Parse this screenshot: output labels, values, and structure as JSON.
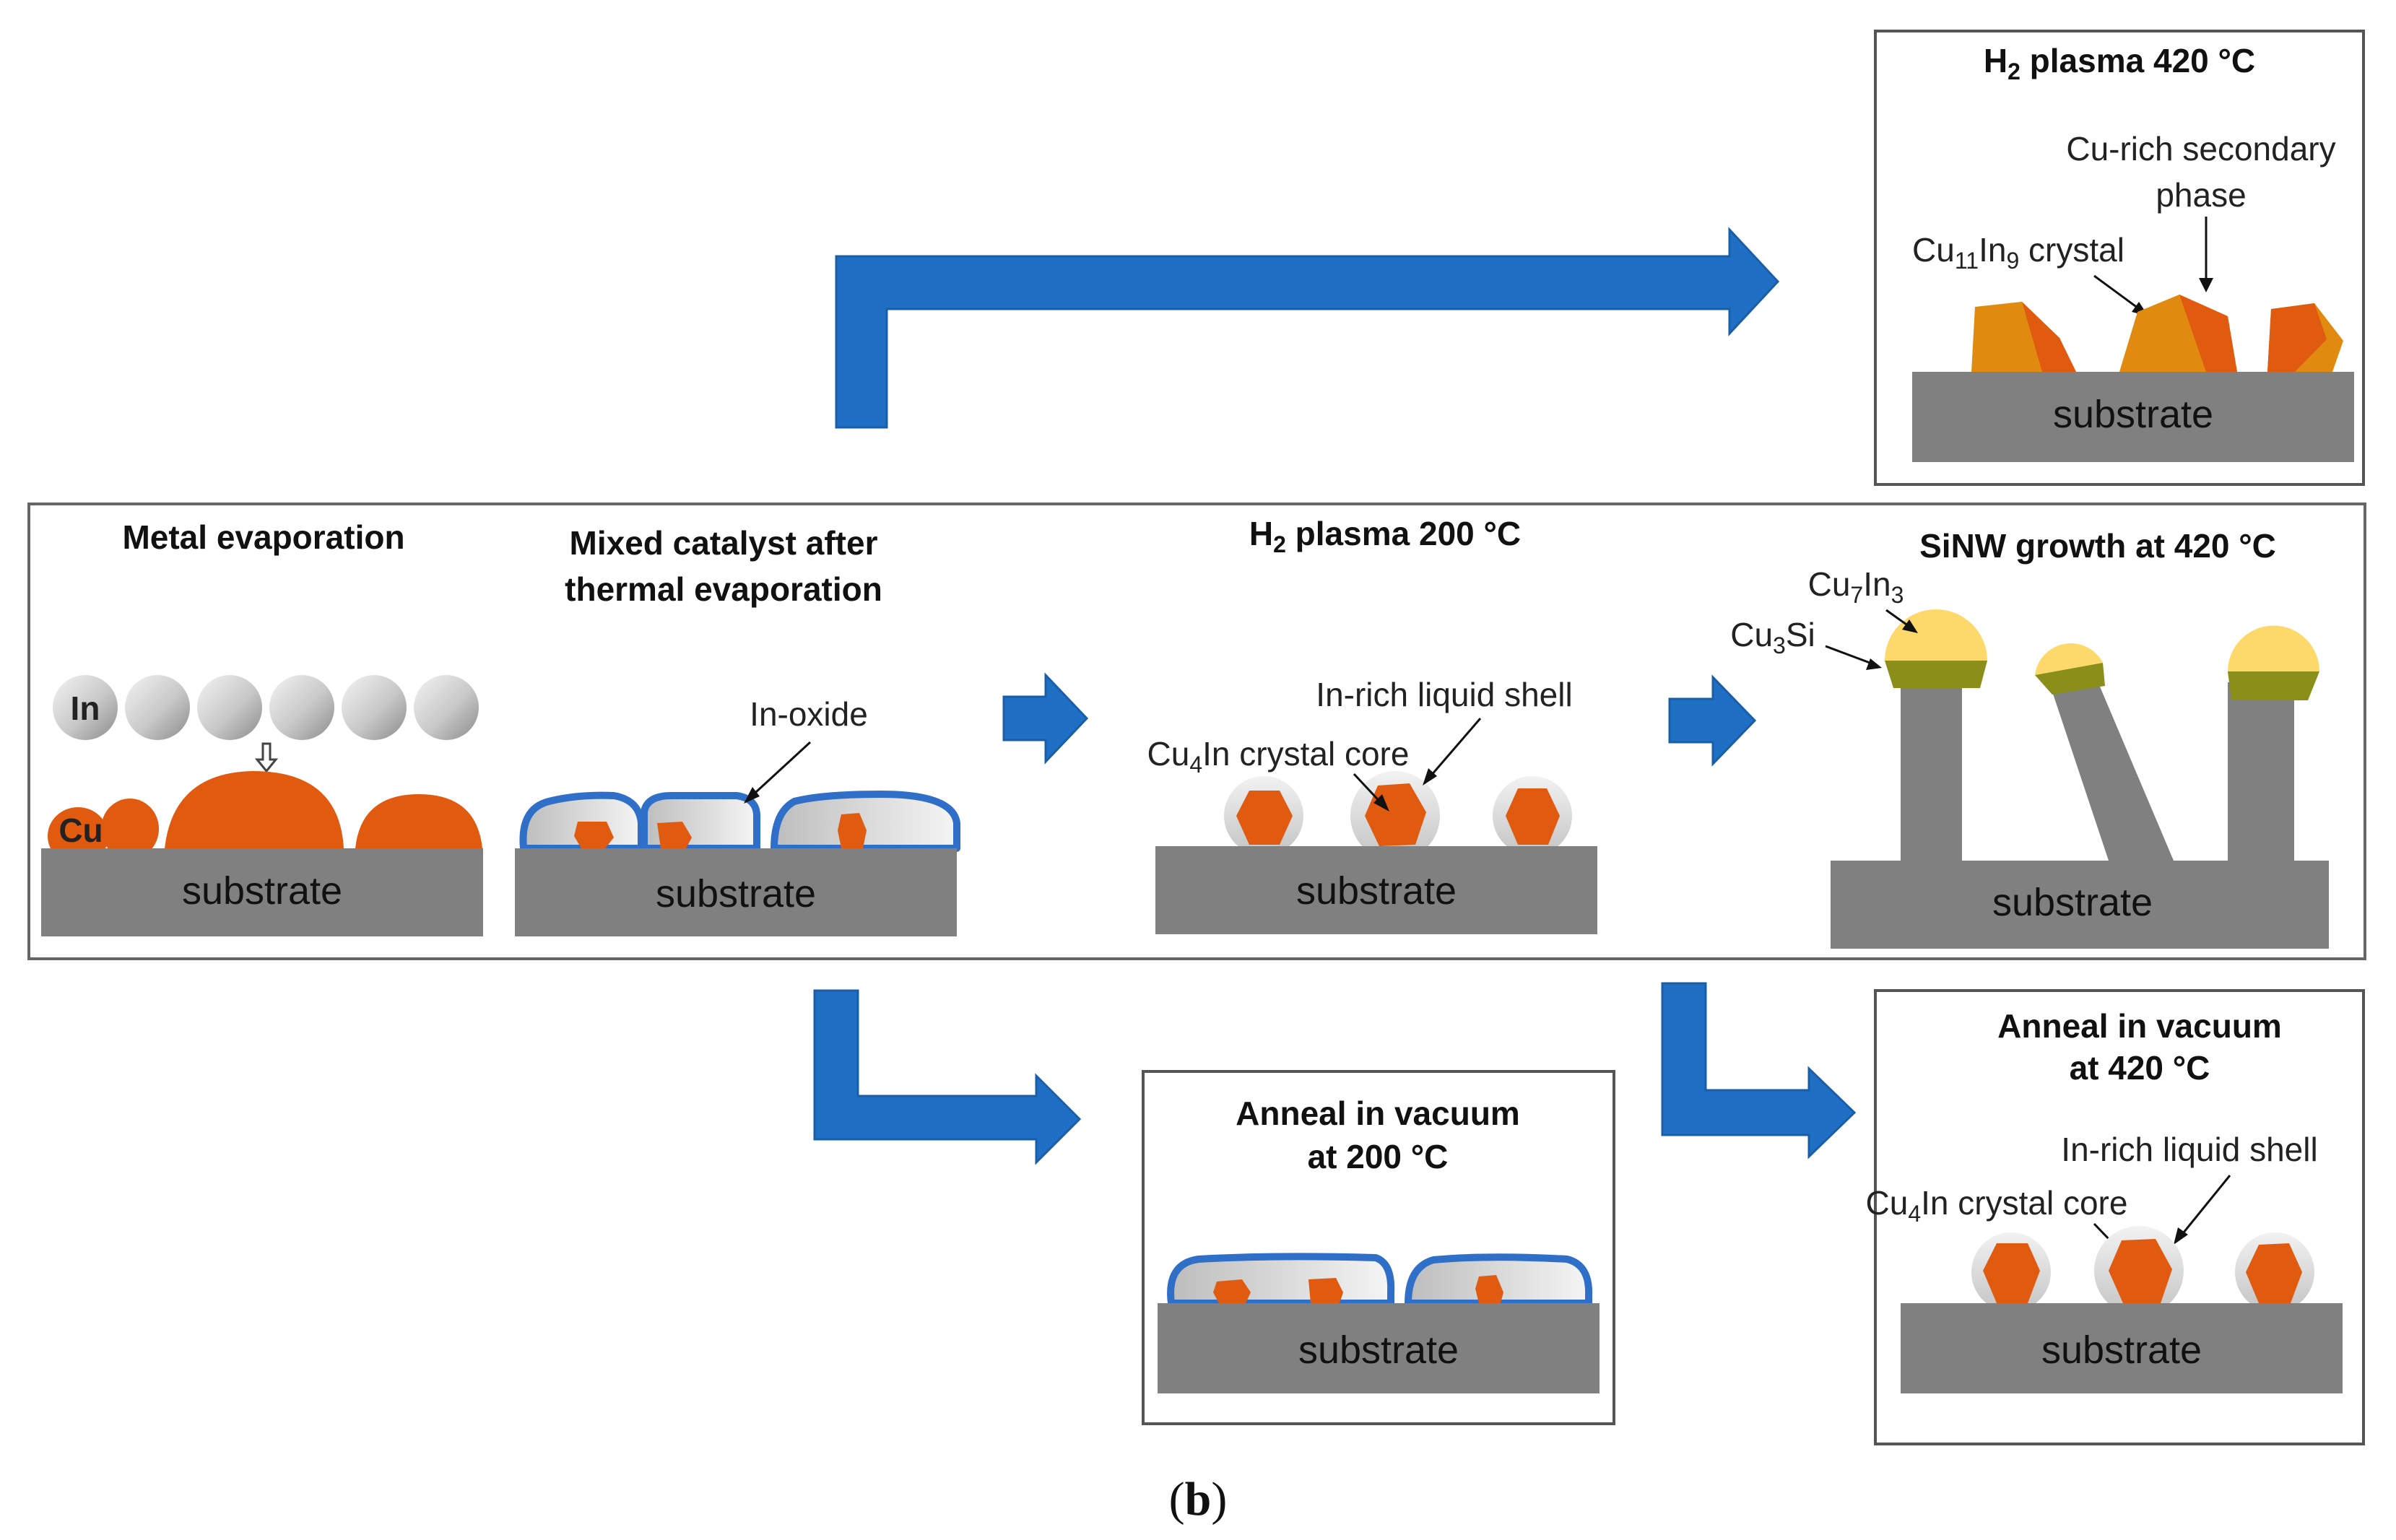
{
  "colors": {
    "substrate": "#808080",
    "copper": "#e05a10",
    "oxide": "#2f6fc8",
    "arrow": "#1f6fc5",
    "cu7in3": "#fcd96a",
    "cu3si": "#8a8f1a",
    "cu11in9": "#e08a10",
    "frame": "#555555"
  },
  "panels": {
    "metal_evap": {
      "title": "Metal evaporation",
      "in_label": "In",
      "cu_label": "Cu",
      "substrate": "substrate"
    },
    "mixed": {
      "title_line1": "Mixed catalyst after",
      "title_line2": "thermal evaporation",
      "oxide_label": "In-oxide",
      "substrate": "substrate"
    },
    "h2_200": {
      "title_prefix": "H",
      "title_sub": "2",
      "title_suffix": " plasma 200 °C",
      "shell_label": "In-rich liquid shell",
      "core_prefix": "Cu",
      "core_sub": "4",
      "core_suffix": "In crystal core",
      "substrate": "substrate"
    },
    "sinw": {
      "title": "SiNW growth at 420 °C",
      "cu7_prefix": "Cu",
      "cu7_sub1": "7",
      "cu7_mid": "In",
      "cu7_sub2": "3",
      "cu3_prefix": "Cu",
      "cu3_sub": "3",
      "cu3_suffix": "Si",
      "substrate": "substrate"
    },
    "h2_420": {
      "title_prefix": "H",
      "title_sub": "2",
      "title_suffix": " plasma 420 °C",
      "secondary_line1": "Cu-rich secondary",
      "secondary_line2": "phase",
      "crystal_prefix": "Cu",
      "crystal_sub1": "11",
      "crystal_mid": "In",
      "crystal_sub2": "9",
      "crystal_suffix": " crystal",
      "substrate": "substrate"
    },
    "anneal_200": {
      "title_line1": "Anneal in vacuum",
      "title_line2": "at 200 °C",
      "substrate": "substrate"
    },
    "anneal_420": {
      "title_line1": "Anneal in vacuum",
      "title_line2": "at 420 °C",
      "shell_label": "In-rich liquid shell",
      "core_prefix": "Cu",
      "core_sub": "4",
      "core_suffix": "In crystal core",
      "substrate": "substrate"
    }
  },
  "caption": {
    "open": "(",
    "letter": "b",
    "close": ")"
  }
}
